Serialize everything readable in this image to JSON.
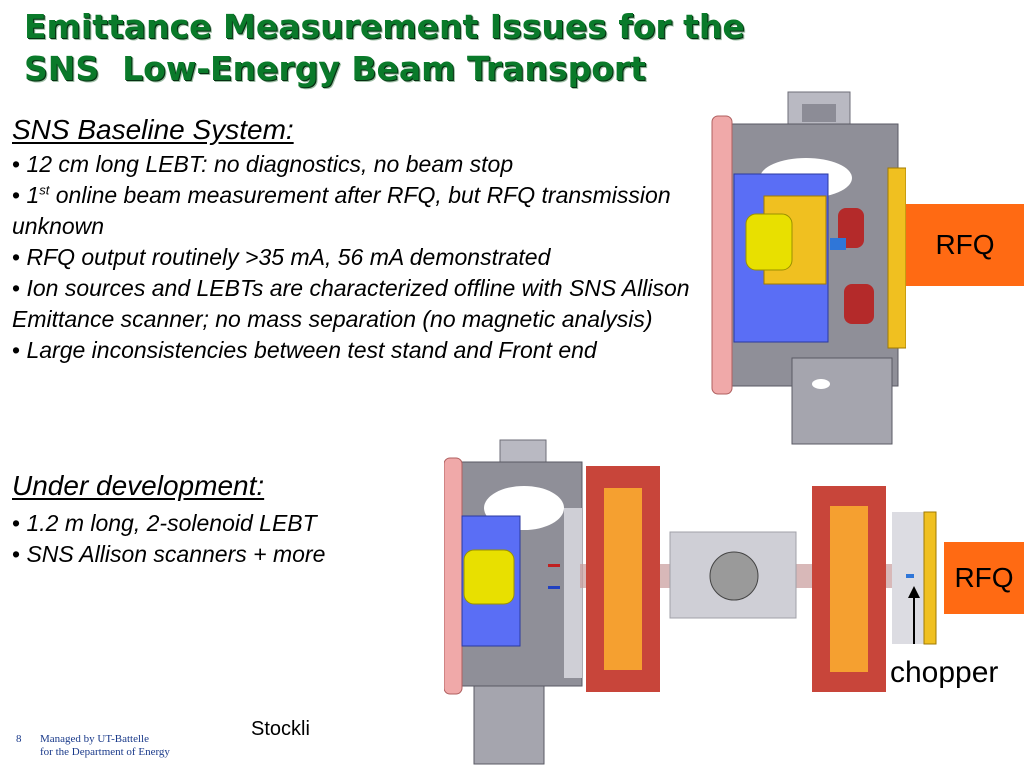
{
  "title": {
    "line1": "Emittance Measurement Issues for the",
    "line2": "SNS  Low-Energy Beam Transport"
  },
  "baseline": {
    "heading": "SNS Baseline System:",
    "bullets": [
      "12 cm long LEBT: no diagnostics, no beam stop",
      "RFQ output routinely >35 mA, 56 mA demonstrated",
      "Ion sources and LEBTs are characterized offline with SNS Allison Emittance scanner; no mass separation (no magnetic analysis)",
      "Large inconsistencies between test stand and Front end"
    ],
    "first_bullet": {
      "number": "1",
      "superscript": "st",
      "rest": " online beam measurement after RFQ, but RFQ transmission unknown"
    }
  },
  "development": {
    "heading": "Under development:",
    "bullets": [
      "1.2 m long, 2-solenoid LEBT",
      "SNS Allison scanners + more"
    ]
  },
  "figure_labels": {
    "rfq_top": "RFQ",
    "rfq_bottom": "RFQ",
    "chopper": "chopper"
  },
  "footer": {
    "page_number": "8",
    "org_line1": "Managed by UT-Battelle",
    "org_line2": "for the Department of Energy",
    "author": "Stockli"
  },
  "colors": {
    "title": "#0a7a2a",
    "rfq_box": "#ff6a13",
    "solenoid_outer": "#c8453a",
    "solenoid_inner": "#f5a030"
  }
}
